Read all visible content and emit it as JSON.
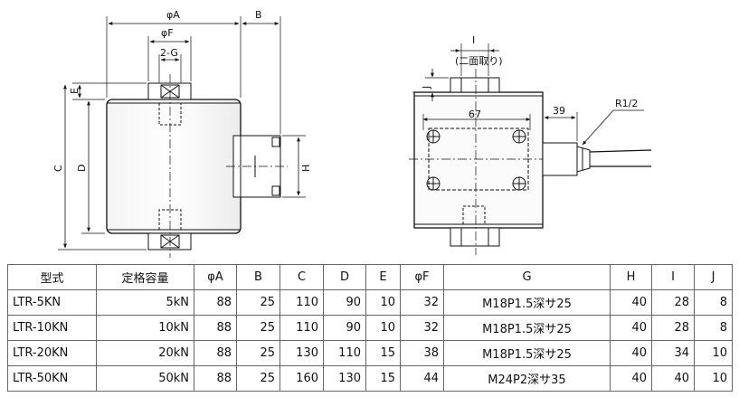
{
  "drawing": {
    "front": {
      "phi_a": "φA",
      "b": "B",
      "phi_f": "φF",
      "g": "2-G",
      "e": "E",
      "c": "C",
      "d": "D",
      "h": "H"
    },
    "side": {
      "i": "I",
      "i_note": "(二面取り)",
      "j": "J",
      "dim_67": "67",
      "dim_39": "39",
      "r12": "R1/2"
    }
  },
  "table": {
    "headers": [
      "型式",
      "定格容量",
      "φA",
      "B",
      "C",
      "D",
      "E",
      "φF",
      "G",
      "H",
      "I",
      "J"
    ],
    "rows": [
      [
        "LTR-5KN",
        "5kN",
        "88",
        "25",
        "110",
        "90",
        "10",
        "32",
        "M18P1.5深サ25",
        "40",
        "28",
        "8"
      ],
      [
        "LTR-10KN",
        "10kN",
        "88",
        "25",
        "110",
        "90",
        "10",
        "32",
        "M18P1.5深サ25",
        "40",
        "28",
        "8"
      ],
      [
        "LTR-20KN",
        "20kN",
        "88",
        "25",
        "130",
        "110",
        "15",
        "38",
        "M18P1.5深サ25",
        "40",
        "34",
        "10"
      ],
      [
        "LTR-50KN",
        "50kN",
        "88",
        "25",
        "160",
        "130",
        "15",
        "44",
        "M24P2深サ35",
        "40",
        "40",
        "10"
      ]
    ]
  }
}
